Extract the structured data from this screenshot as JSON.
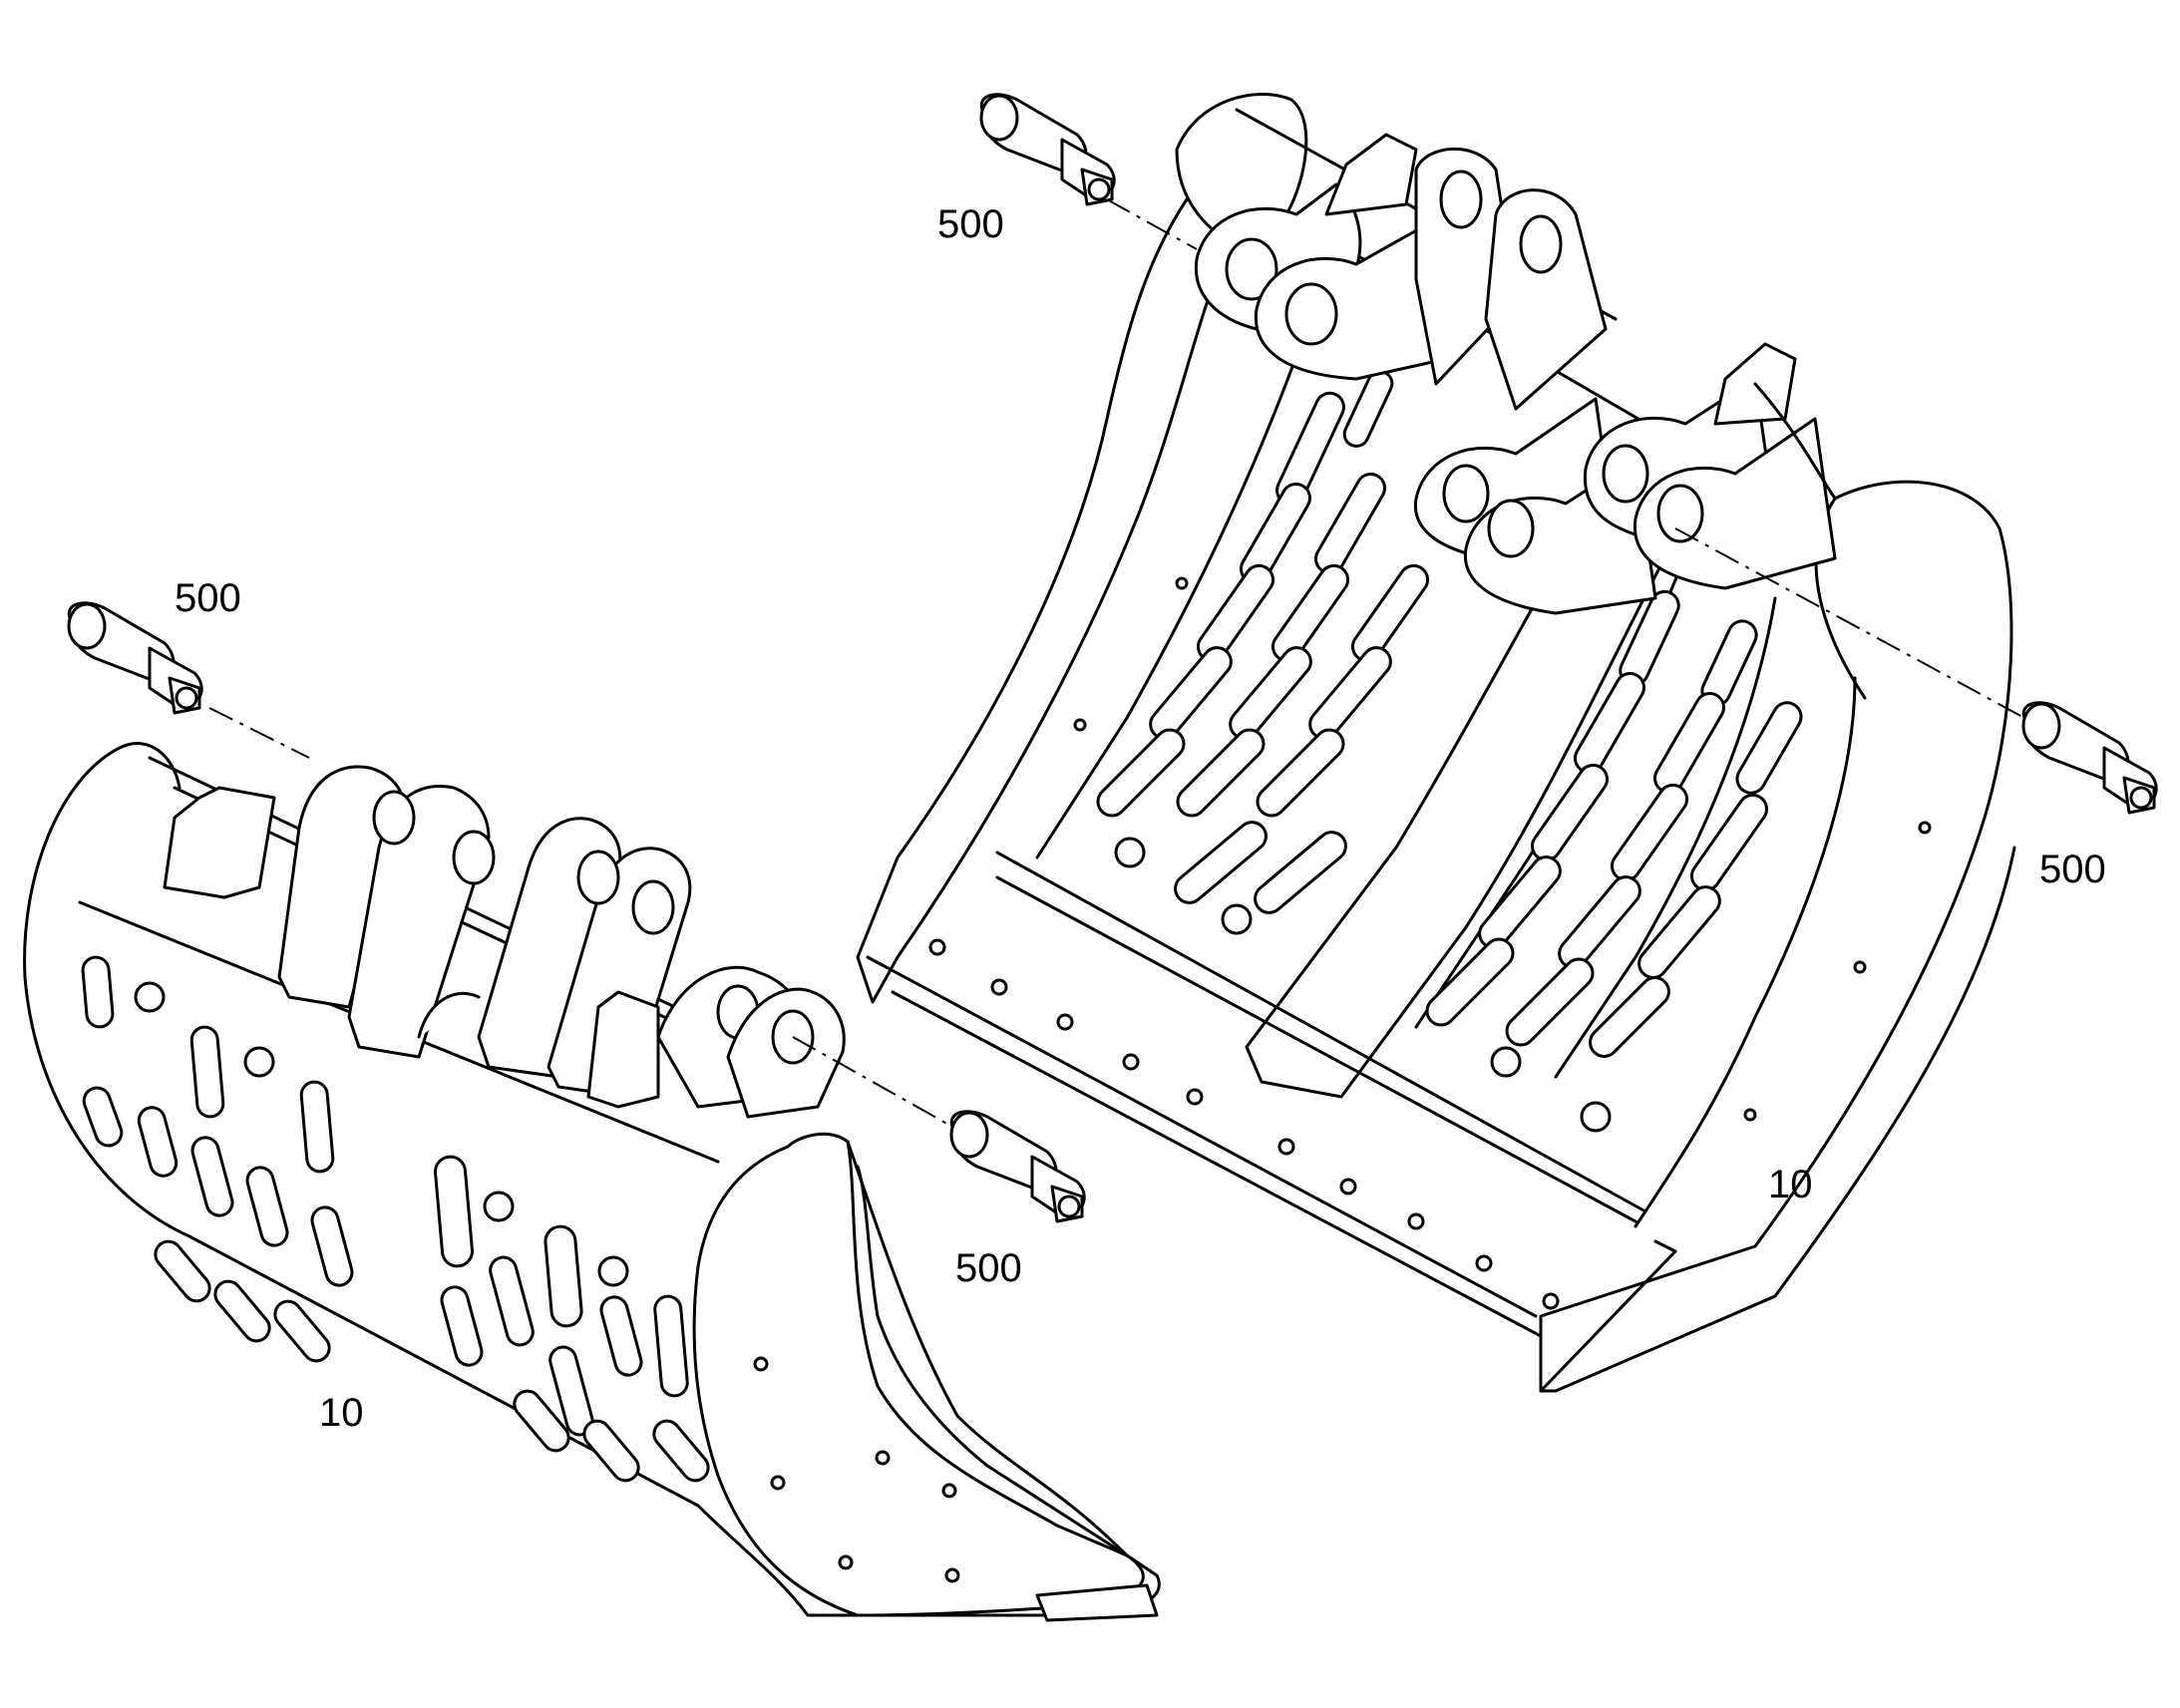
{
  "callouts": {
    "pin_top_center": "500",
    "pin_left": "500",
    "pin_right": "500",
    "pin_bottom_center": "500",
    "bucket_left": "10",
    "bucket_right": "10"
  },
  "colors": {
    "line": "#000000",
    "background": "#ffffff"
  }
}
